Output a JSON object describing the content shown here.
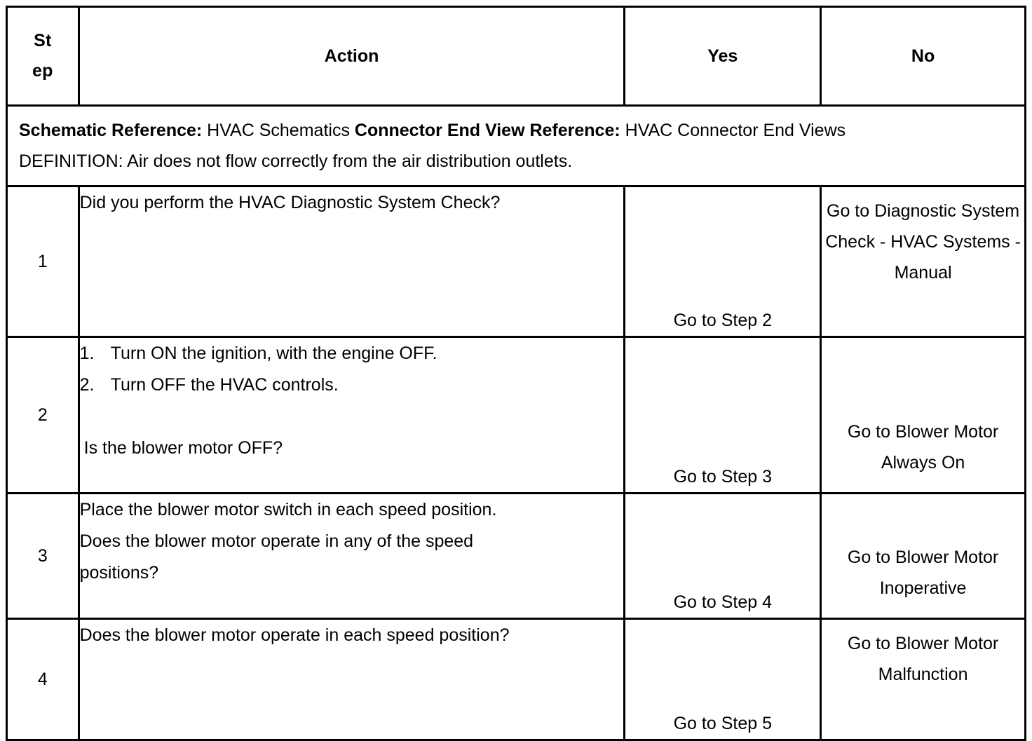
{
  "document": {
    "type": "diagnostic-procedure-table"
  },
  "table": {
    "columns": [
      {
        "key": "step",
        "label": "Step",
        "label_line1": "St",
        "label_line2": "ep"
      },
      {
        "key": "action",
        "label": "Action"
      },
      {
        "key": "yes",
        "label": "Yes"
      },
      {
        "key": "no",
        "label": "No"
      }
    ],
    "reference_block": {
      "line1_bold_1": "Schematic Reference:",
      "line1_text_1": " HVAC Schematics ",
      "line1_bold_2": "Connector End View Reference:",
      "line1_text_2": " HVAC Connector End Views",
      "line2": "DEFINITION: Air does not flow correctly from the air distribution outlets."
    },
    "rows": [
      {
        "step": "1",
        "action": {
          "lines": [
            "Did you perform the HVAC Diagnostic System Check?"
          ],
          "list": []
        },
        "yes": "Go to Step 2",
        "no": "Go to Diagnostic System Check - HVAC Systems - Manual"
      },
      {
        "step": "2",
        "action": {
          "lines": [],
          "list": [
            {
              "ordinal": "1.",
              "text": "Turn ON the ignition, with the engine OFF."
            },
            {
              "ordinal": "2.",
              "text": "Turn OFF the HVAC controls."
            }
          ],
          "trailing": "Is the blower motor OFF?"
        },
        "yes": "Go to Step 3",
        "no": "Go to Blower Motor Always On"
      },
      {
        "step": "3",
        "action": {
          "lines": [
            "Place the blower motor switch in each speed position.",
            "Does the blower motor operate in any of the speed",
            "positions?"
          ],
          "list": []
        },
        "yes": "Go to Step 4",
        "no": "Go to Blower Motor Inoperative"
      },
      {
        "step": "4",
        "action": {
          "lines": [
            "Does the blower motor operate in each speed position?"
          ],
          "list": []
        },
        "yes": "Go to Step 5",
        "no": "Go to Blower Motor Malfunction"
      }
    ]
  },
  "colors": {
    "border": "#000000",
    "background": "#ffffff",
    "text": "#000000"
  }
}
